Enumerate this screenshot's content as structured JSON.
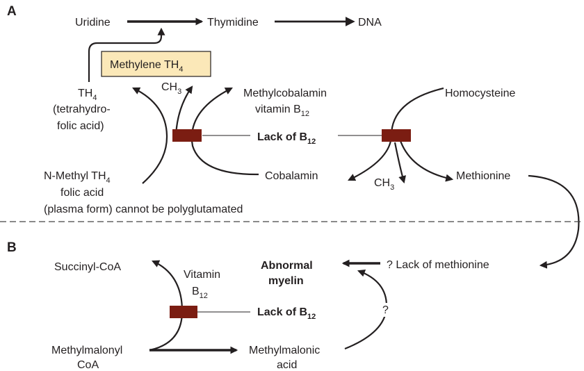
{
  "colors": {
    "block_bar": "#7b1d12",
    "box_fill": "#fbe8b8",
    "box_border": "#231f20",
    "text": "#231f20"
  },
  "section_a": {
    "label": "A",
    "uridine": "Uridine",
    "thymidine": "Thymidine",
    "dna": "DNA",
    "methylene_box": "Methylene TH",
    "methylene_sub": "4",
    "th4": "TH",
    "th4_sub": "4",
    "th4_line2": "(tetrahydro-",
    "th4_line3": "folic acid)",
    "ch3_left": "CH",
    "ch3_left_sub": "3",
    "methylcobalamin_line1": "Methylcobalamin",
    "methylcobalamin_line2": "vitamin B",
    "methylcobalamin_sub": "12",
    "homocysteine": "Homocysteine",
    "lack_b12": "Lack of B",
    "lack_b12_sub": "12",
    "nmethyl_line1": "N-Methyl TH",
    "nmethyl_sub": "4",
    "nmethyl_line2": "folic acid",
    "nmethyl_line3": "(plasma form) cannot be polyglutamated",
    "cobalamin": "Cobalamin",
    "ch3_right": "CH",
    "ch3_right_sub": "3",
    "methionine": "Methionine"
  },
  "section_b": {
    "label": "B",
    "succinyl": "Succinyl-CoA",
    "vitamin_line1": "Vitamin",
    "vitamin_line2": "B",
    "vitamin_sub": "12",
    "abnormal_line1": "Abnormal",
    "abnormal_line2": "myelin",
    "lack_methionine": "? Lack of methionine",
    "lack_b12": "Lack of B",
    "lack_b12_sub": "12",
    "question": "?",
    "methylmalonyl_line1": "Methylmalonyl",
    "methylmalonyl_line2": "CoA",
    "methylmalonic_line1": "Methylmalonic",
    "methylmalonic_line2": "acid"
  }
}
